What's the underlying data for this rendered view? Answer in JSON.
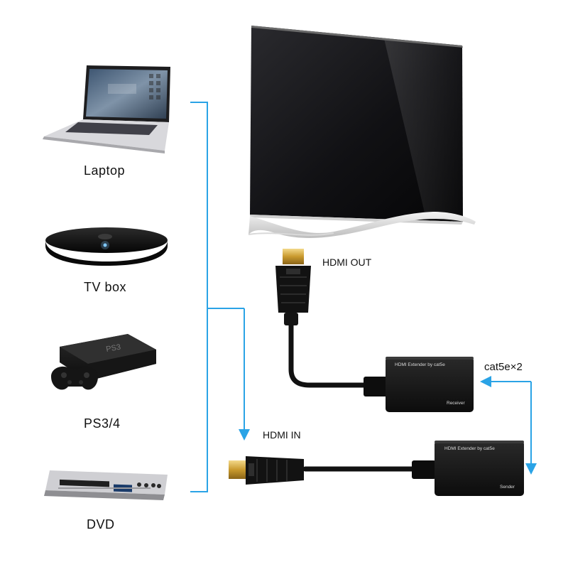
{
  "devices": [
    {
      "id": "laptop",
      "label": "Laptop"
    },
    {
      "id": "tvbox",
      "label": "TV box"
    },
    {
      "id": "ps",
      "label": "PS3/4"
    },
    {
      "id": "dvd",
      "label": "DVD"
    }
  ],
  "connectors": {
    "hdmi_out": "HDMI OUT",
    "hdmi_in": "HDMI IN",
    "cable": "cat5e×2"
  },
  "receiver": {
    "brand": "HDMI Extender by cat5e",
    "role": "Receiver"
  },
  "sender": {
    "brand": "HDMI Extender by cat5e",
    "role": "Sender"
  },
  "colors": {
    "line": "#2aa3e6",
    "device": "#1a1a1a",
    "box": "#141414"
  }
}
